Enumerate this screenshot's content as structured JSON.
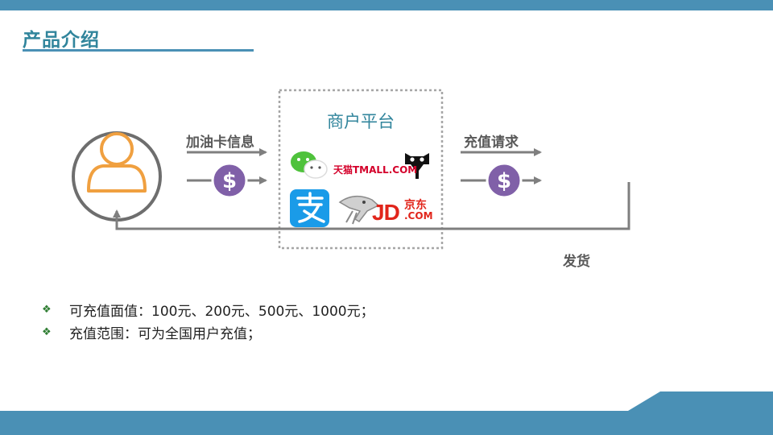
{
  "header": {
    "title": "产品介绍"
  },
  "diagram": {
    "label_card_info": "加油卡信息",
    "platform_title": "商户平台",
    "label_recharge_request": "充值请求",
    "label_delivery": "发货",
    "tmall_text": "天猫TMALL.COM",
    "jd_text": "JD",
    "jd_cn": "京东",
    "jd_com": ".COM",
    "dollar_symbol": "$"
  },
  "bullets": [
    {
      "icon": "diamond-bullet-icon",
      "text": "可充值面值：100元、200元、500元、1000元；"
    },
    {
      "icon": "diamond-bullet-icon",
      "text": "充值范围：可为全国用户充值；"
    }
  ],
  "colors": {
    "accent": "#4a90b5",
    "title": "#31859c",
    "user_icon": "#f0a040",
    "coin": "#8060a8",
    "arrow": "#7f7f7f"
  }
}
